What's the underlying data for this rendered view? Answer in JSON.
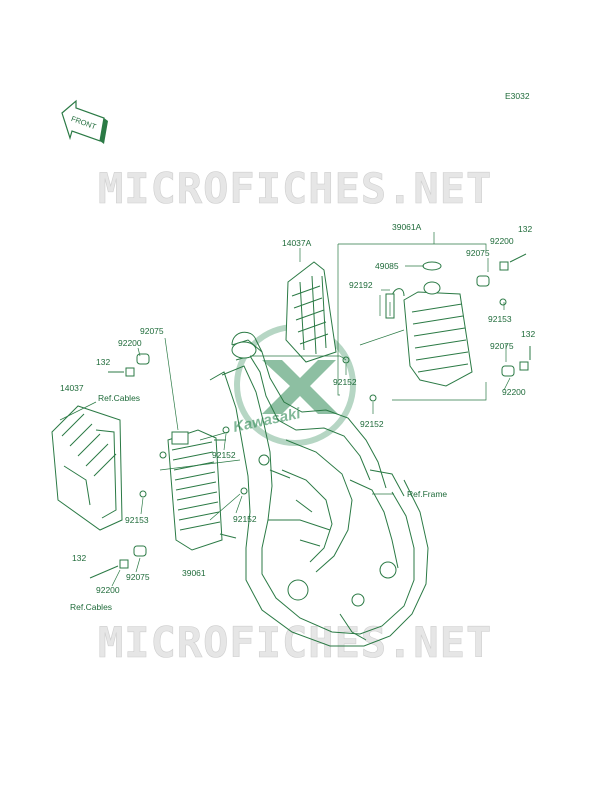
{
  "diagram": {
    "code": "E3032",
    "front_label": "FRONT",
    "watermark": "MICROFICHES.NET",
    "brand_mark": "Kawasaki",
    "parts": {
      "p14037": "14037",
      "p14037A": "14037A",
      "p39061": "39061",
      "p39061A": "39061A",
      "p49085": "49085",
      "p92192": "92192",
      "p92075_a": "92075",
      "p92075_b": "92075",
      "p92075_c": "92075",
      "p92075_d": "92075",
      "p92200_a": "92200",
      "p92200_b": "92200",
      "p92200_c": "92200",
      "p92200_d": "92200",
      "p132_a": "132",
      "p132_b": "132",
      "p132_c": "132",
      "p132_d": "132",
      "p92153_a": "92153",
      "p92153_b": "92153",
      "p92152_a": "92152",
      "p92152_b": "92152",
      "p92152_c": "92152",
      "p92152_d": "92152"
    },
    "refs": {
      "cables_top": "Ref.Cables",
      "cables_bottom": "Ref.Cables",
      "frame": "Ref.Frame"
    }
  }
}
